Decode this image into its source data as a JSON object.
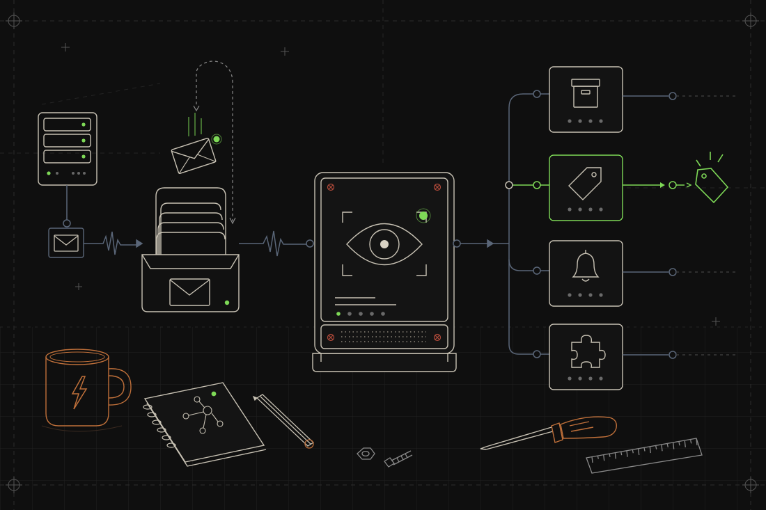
{
  "colors": {
    "background": "#0f0f0f",
    "line_art": "#c8c2b4",
    "connector": "#5a6678",
    "accent_green": "#7ed957",
    "accent_orange": "#c0703a",
    "status_red": "#b04a3a",
    "grid": "#2b2b2b"
  },
  "diagram": {
    "input": {
      "server_icon": "server-rack-icon",
      "mail_icon": "envelope-icon"
    },
    "inbox_tray": {
      "icon": "inbox-tray-icon",
      "incoming_icon": "envelope-icon",
      "status": "active"
    },
    "classifier": {
      "icon": "eye-icon",
      "status": "active",
      "progress_dots": {
        "active": 1,
        "total": 5
      }
    },
    "outputs": [
      {
        "id": "archive",
        "icon": "archive-box-icon",
        "active": false
      },
      {
        "id": "tag",
        "icon": "tag-icon",
        "active": true
      },
      {
        "id": "notify",
        "icon": "bell-icon",
        "active": false
      },
      {
        "id": "integration",
        "icon": "puzzle-piece-icon",
        "active": false
      }
    ],
    "result_icon": "tag-icon"
  },
  "desk_items": [
    "coffee-mug-icon",
    "notebook-icon",
    "pencil-icon",
    "nut-icon",
    "screw-icon",
    "screwdriver-icon",
    "ruler-icon"
  ]
}
